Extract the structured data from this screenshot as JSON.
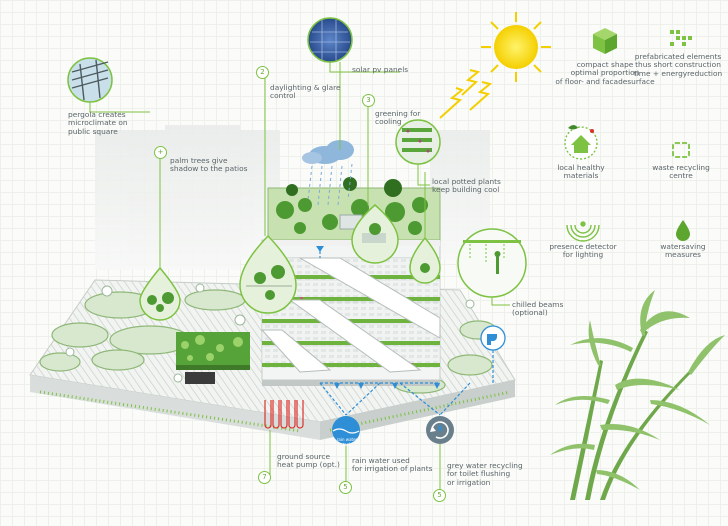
{
  "colors": {
    "accent_green": "#7dc242",
    "dark_green": "#3f8a2a",
    "water_blue": "#2e8fd6",
    "pipe_red": "#d9322b",
    "label_gray": "#5a6468",
    "sun_yellow": "#f5d50a"
  },
  "callouts": {
    "pergola": "pergola creates\nmicroclimate on\npublic square",
    "palm": "palm trees give\nshadow to the patios",
    "daylight": "daylighting & glare\ncontrol",
    "solar": "solar pv panels",
    "greening": "greening for\ncooling",
    "potted": "local potted plants\nkeep building cool",
    "beams": "chilled beams\n(optional)",
    "ground": "ground source\nheat pump (opt.)",
    "rain": "rain water used\nfor irrigation of plants",
    "grey": "grey water recycling\nfor toilet flushing\nor irrigation",
    "rain_badge": "rain water tank"
  },
  "numbers": {
    "daylight": "2",
    "greening": "3",
    "palm": "+",
    "ground": "7",
    "rain": "5",
    "grey": "5"
  },
  "legend": {
    "compact": {
      "label": "compact shape\noptimal proportion\nof floor- and facadesurface",
      "icon": "cube-icon"
    },
    "prefab": {
      "label": "prefabricated elements\nthus short construction\ntime + energyreduction",
      "icon": "prefab-elements-icon"
    },
    "materials": {
      "label": "local healthy\nmaterials",
      "icon": "eco-house-icon"
    },
    "waste": {
      "label": "waste recycling\ncentre",
      "icon": "recycling-icon"
    },
    "presence": {
      "label": "presence detector\nfor lighting",
      "icon": "sensor-waves-icon"
    },
    "water": {
      "label": "watersaving\nmeasures",
      "icon": "water-drop-icon"
    }
  }
}
